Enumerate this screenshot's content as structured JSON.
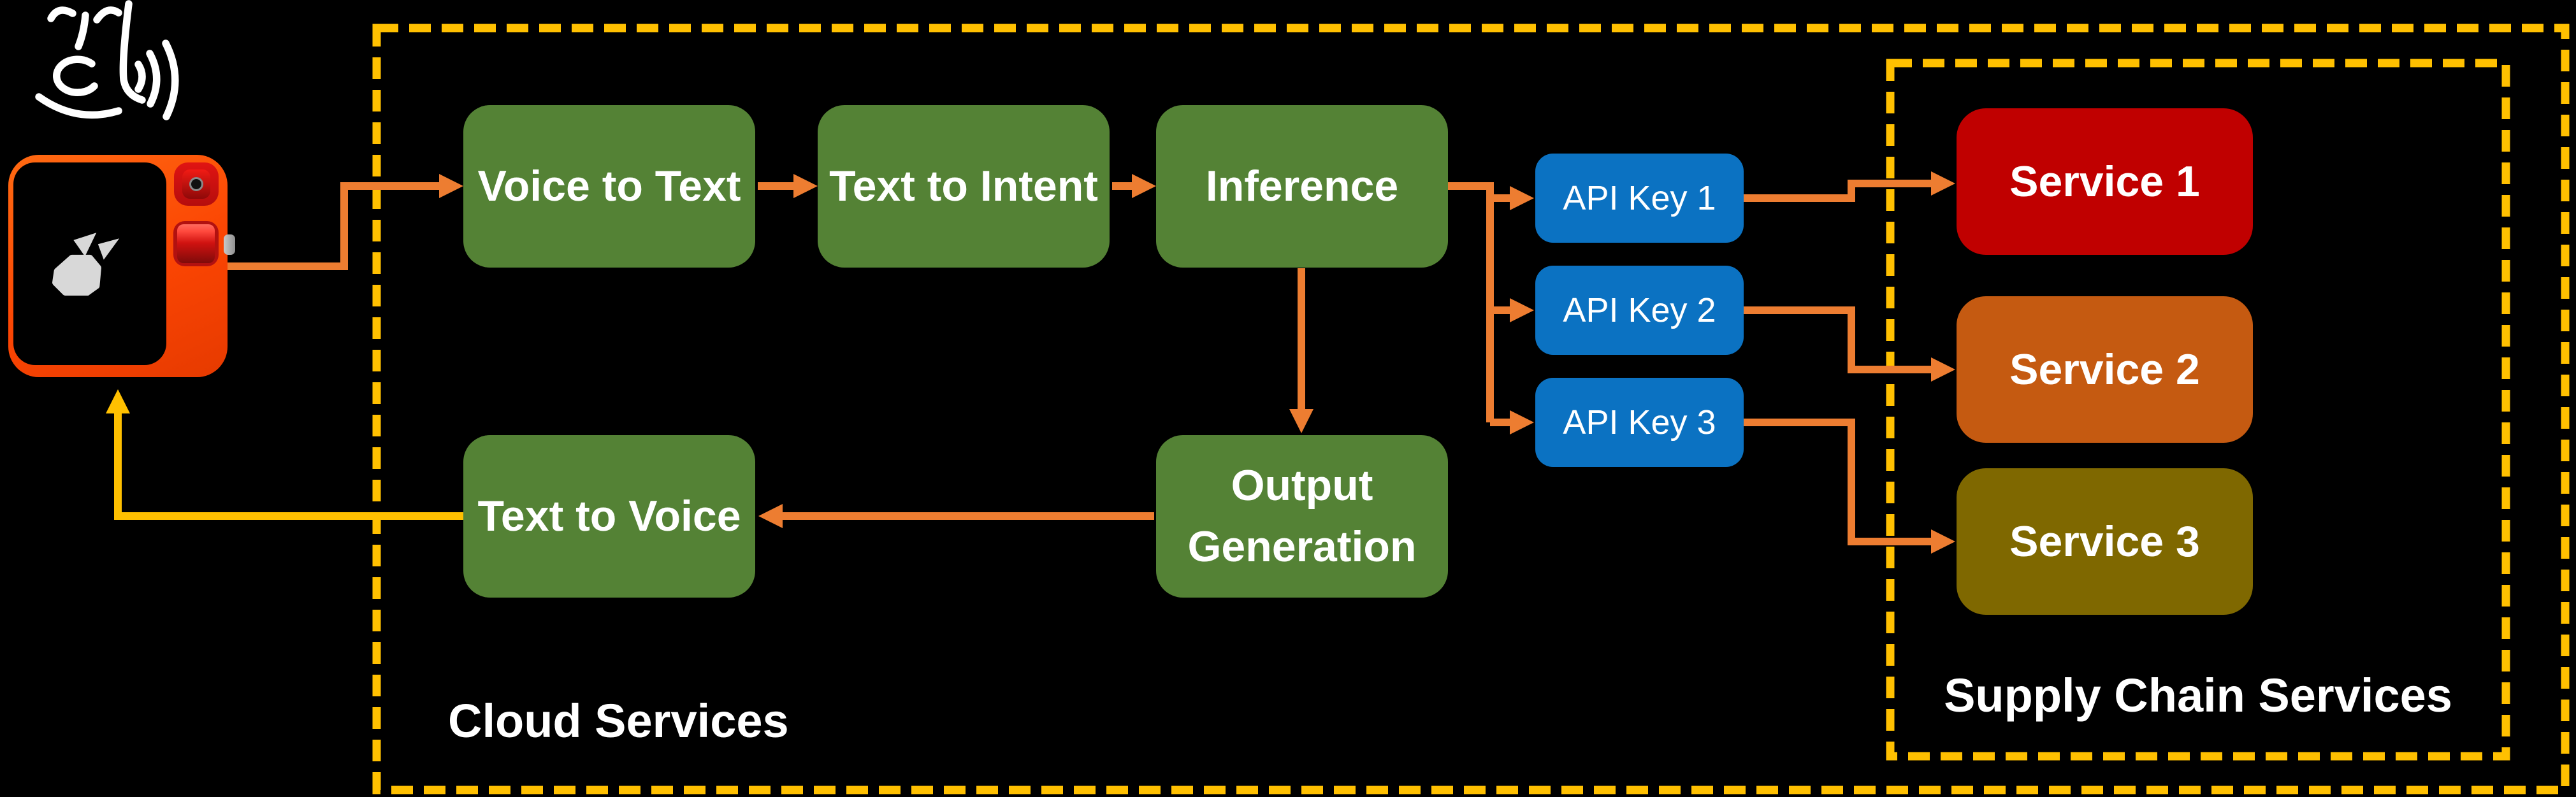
{
  "colors": {
    "background": "#000000",
    "process_green": "#548235",
    "api_blue": "#0B72C2",
    "service1_red": "#C00000",
    "service2_orange": "#C55A11",
    "service3_olive": "#7F6800",
    "arrow_orange": "#ED7D31",
    "accent_yellow": "#FFC000",
    "device_orange": "#FB4503",
    "text_white": "#FFFFFF"
  },
  "cloud": {
    "label": "Cloud Services",
    "nodes": {
      "voice_to_text": "Voice to Text",
      "text_to_intent": "Text to Intent",
      "inference": "Inference",
      "output_generation": "Output Generation",
      "text_to_voice": "Text to Voice"
    },
    "api_keys": {
      "key1": "API Key 1",
      "key2": "API Key 2",
      "key3": "API Key 3"
    }
  },
  "supply_chain": {
    "label": "Supply Chain Services",
    "services": {
      "service1": "Service 1",
      "service2": "Service 2",
      "service3": "Service 3"
    }
  }
}
